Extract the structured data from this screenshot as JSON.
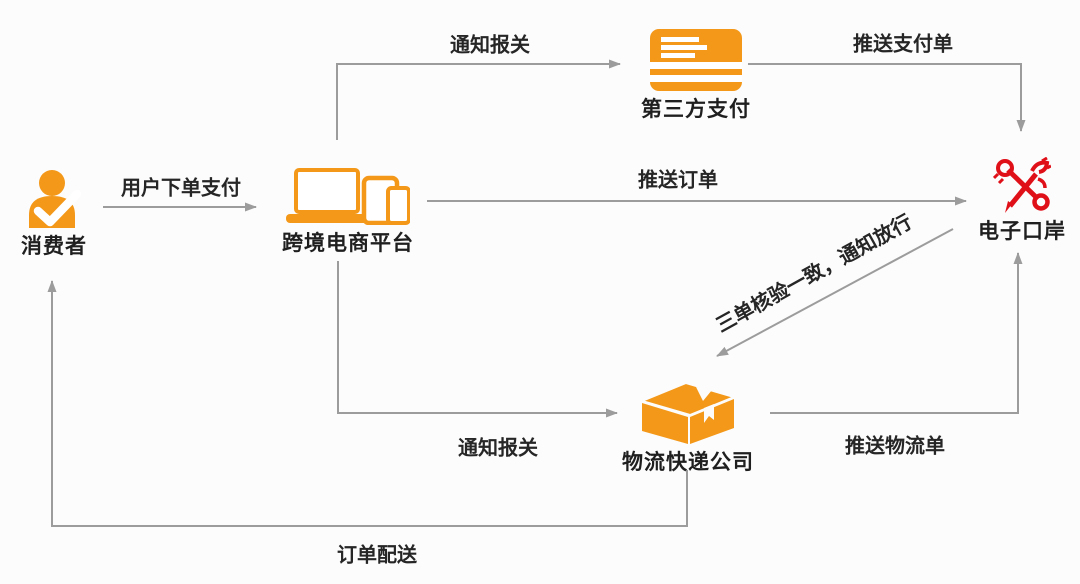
{
  "diagram": {
    "colors": {
      "brand_orange": "#F39819",
      "eport_red": "#E01019",
      "arrow_gray": "#9C9C9C",
      "label_text": "#222222"
    },
    "nodes": {
      "consumer": {
        "label": "消费者",
        "icon": "person-check-icon"
      },
      "platform": {
        "label": "跨境电商平台",
        "icon": "devices-icon"
      },
      "payment": {
        "label": "第三方支付",
        "icon": "credit-card-icon"
      },
      "eport": {
        "label": "电子口岸",
        "icon": "key-dragon-icon"
      },
      "logistics": {
        "label": "物流快递公司",
        "icon": "package-box-icon"
      }
    },
    "edges": {
      "order_pay": {
        "label": "用户下单支付",
        "from": "consumer",
        "to": "platform"
      },
      "notify_customs_top": {
        "label": "通知报关",
        "from": "platform",
        "to": "payment"
      },
      "push_payment": {
        "label": "推送支付单",
        "from": "payment",
        "to": "eport"
      },
      "push_order": {
        "label": "推送订单",
        "from": "platform",
        "to": "eport"
      },
      "verify_release": {
        "label": "三单核验一致，通知放行",
        "from": "eport",
        "to": "logistics"
      },
      "notify_customs_bottom": {
        "label": "通知报关",
        "from": "platform",
        "to": "logistics"
      },
      "push_logistics": {
        "label": "推送物流单",
        "from": "logistics",
        "to": "eport"
      },
      "order_delivery": {
        "label": "订单配送",
        "from": "logistics",
        "to": "consumer"
      }
    }
  }
}
